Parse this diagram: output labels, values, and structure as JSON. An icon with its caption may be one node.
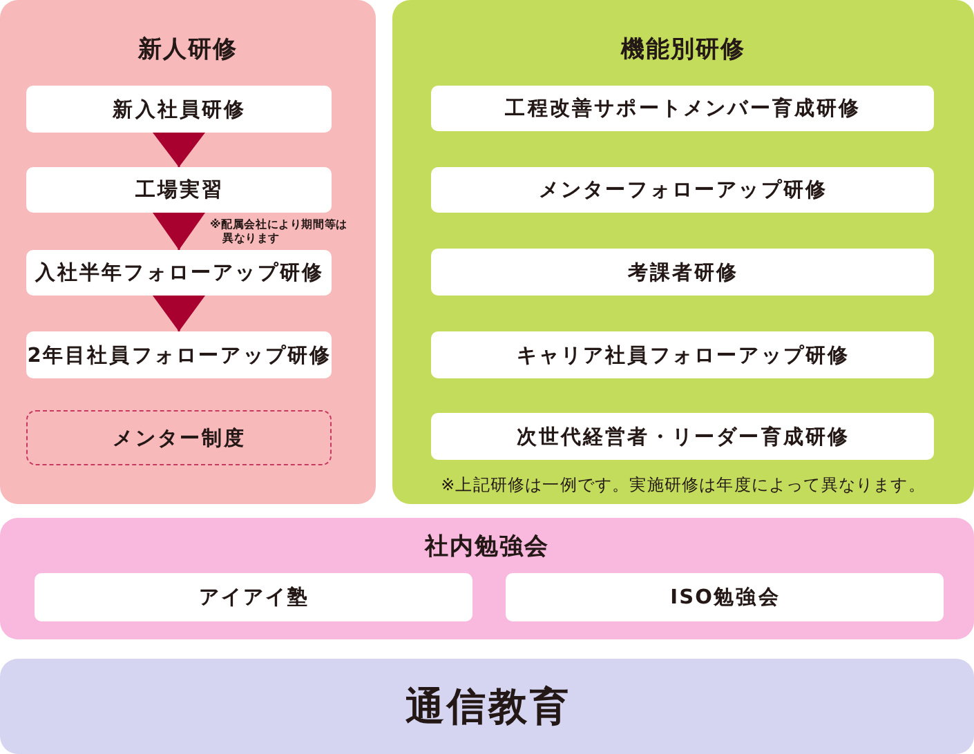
{
  "diagram": {
    "nodes": [
      {
        "text": [
          "新人研修"
        ]
      },
      {
        "text": [
          "新入社員研修"
        ],
        "in": 0
      },
      {
        "text": [
          "工場実習"
        ],
        "in": 0,
        "beside": [
          "※配属会社により期間等は異なります"
        ]
      },
      {
        "text": [
          "入社半年フォローアップ研修"
        ],
        "in": 0
      },
      {
        "text": [
          "2年目社員フォローアップ研修"
        ],
        "in": 0
      },
      {
        "text": [
          "メンター制度"
        ],
        "in": 0
      },
      {
        "text": [
          "機能別研修",
          "※上記研修は一例です。実施研修は年度によって異なります。"
        ]
      },
      {
        "text": [
          "工程改善サポートメンバー育成研修"
        ],
        "in": 6
      },
      {
        "text": [
          "メンターフォローアップ研修"
        ],
        "in": 6
      },
      {
        "text": [
          "考課者研修"
        ],
        "in": 6
      },
      {
        "text": [
          "キャリア社員フォローアップ研修"
        ],
        "in": 6
      },
      {
        "text": [
          "次世代経営者・リーダー育成研修"
        ],
        "in": 6
      },
      {
        "text": [
          "社内勉強会"
        ]
      },
      {
        "text": [
          "アイアイ塾"
        ],
        "in": 12
      },
      {
        "text": [
          "ISO勉強会"
        ],
        "in": 12
      },
      {
        "text": [
          "通信教育"
        ]
      }
    ],
    "edges": [
      {
        "from": 1,
        "to": 2,
        "arrow": "to"
      },
      {
        "from": 2,
        "to": 3,
        "arrow": "to"
      },
      {
        "from": 3,
        "to": 4,
        "arrow": "to"
      }
    ]
  }
}
